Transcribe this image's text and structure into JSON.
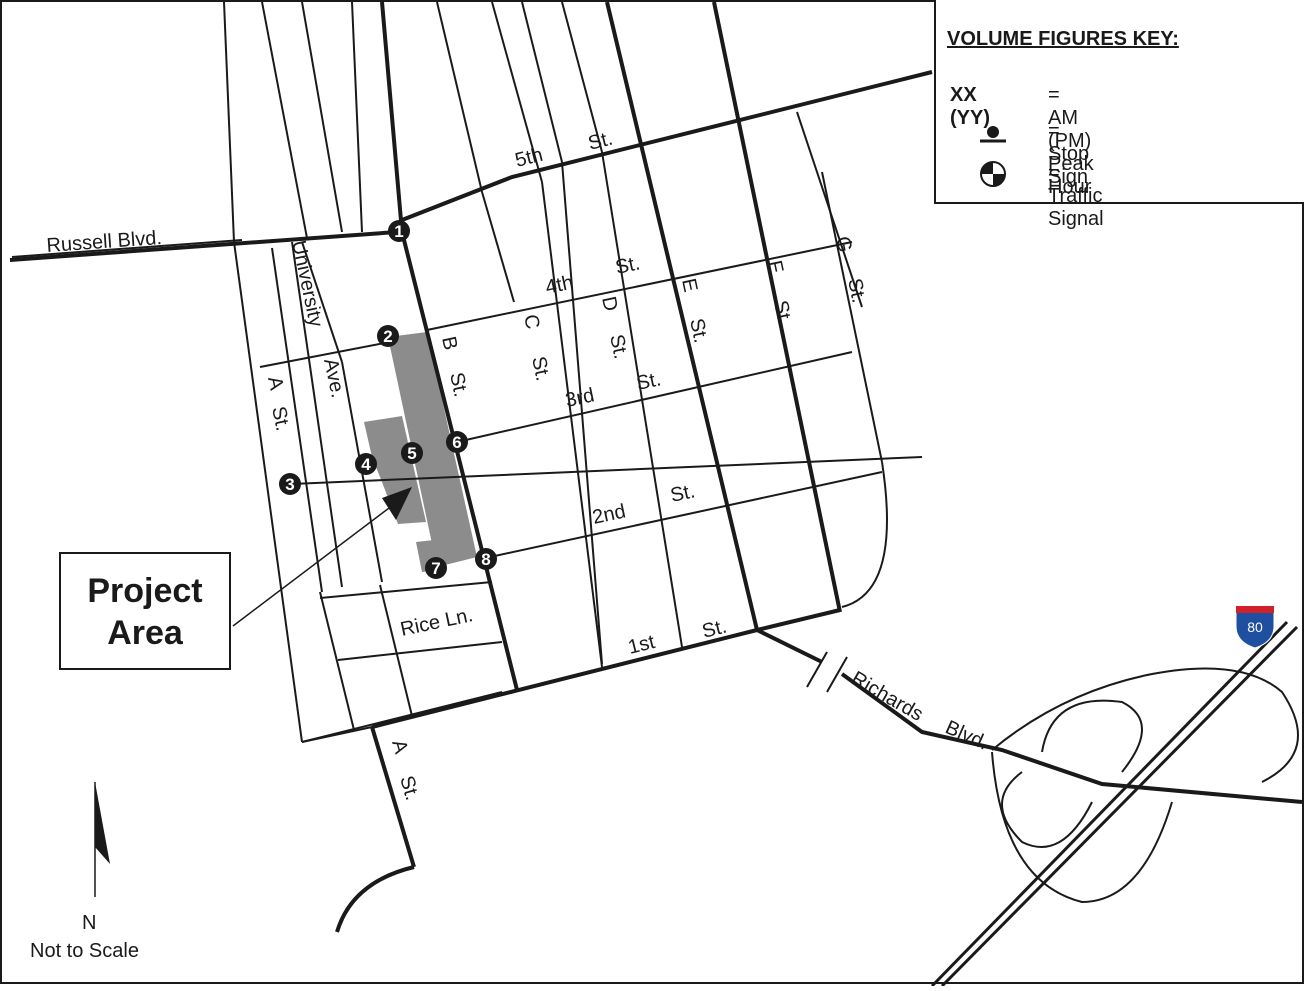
{
  "key": {
    "title": "VOLUME FIGURES KEY:",
    "rows": [
      {
        "symbol": "XX (YY)",
        "desc": "= AM (PM) Peak Hour"
      },
      {
        "symbol": "stop-sign-icon",
        "desc": "= Stop Sign"
      },
      {
        "symbol": "traffic-signal-icon",
        "desc": "= Traffic Signal"
      }
    ]
  },
  "project_area": {
    "line1": "Project",
    "line2": "Area"
  },
  "north": {
    "label": "N",
    "scale": "Not to Scale"
  },
  "streets": {
    "russell": "Russell Blvd.",
    "fifth": "5th",
    "fifth_st": "St.",
    "fourth": "4th",
    "fourth_st": "St.",
    "third": "3rd",
    "third_st": "St.",
    "second": "2nd",
    "second_st": "St.",
    "first": "1st",
    "first_st": "St.",
    "university": "University",
    "university_ave": "Ave.",
    "a_north": "A",
    "a_north_st": "St.",
    "b": "B",
    "b_st": "St.",
    "c": "C",
    "c_st": "St.",
    "d": "D",
    "d_st": "St.",
    "e": "E",
    "e_st": "St.",
    "f": "F",
    "f_st": "St.",
    "g": "G",
    "g_st": "St.",
    "rice": "Rice Ln.",
    "richards": "Richards",
    "richards_blvd": "Blvd.",
    "a_south": "A",
    "a_south_st": "St."
  },
  "interstate": "80",
  "intersections": [
    "1",
    "2",
    "3",
    "4",
    "5",
    "6",
    "7",
    "8"
  ],
  "colors": {
    "ink": "#1a1a1a",
    "project_fill": "#8c8c8c",
    "shield_blue": "#1f4fa0",
    "shield_red": "#d0202a"
  }
}
